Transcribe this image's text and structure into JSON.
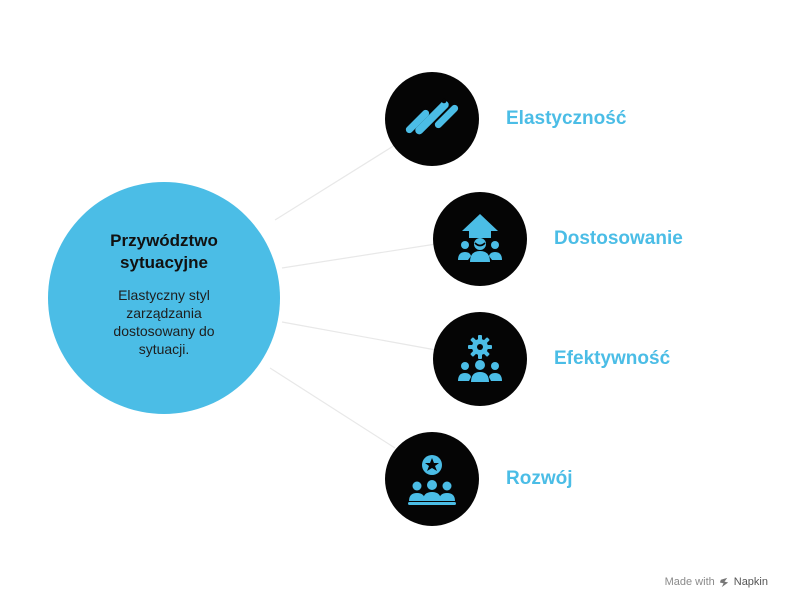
{
  "center": {
    "title": "Przywództwo sytuacyjne",
    "description": "Elastyczny styl zarządzania dostosowany do sytuacji.",
    "color": "#4bbde6"
  },
  "branches": [
    {
      "label": "Elastyczność",
      "icon": "slanted-bars-icon"
    },
    {
      "label": "Dostosowanie",
      "icon": "upward-arrow-group-icon"
    },
    {
      "label": "Efektywność",
      "icon": "gear-team-icon"
    },
    {
      "label": "Rozwój",
      "icon": "star-team-icon"
    }
  ],
  "colors": {
    "accent": "#4bbde6",
    "node": "#050505",
    "connector": "#e8e8e8"
  },
  "footer": {
    "made_with": "Made with",
    "brand": "Napkin",
    "icon": "napkin-logo-icon"
  }
}
